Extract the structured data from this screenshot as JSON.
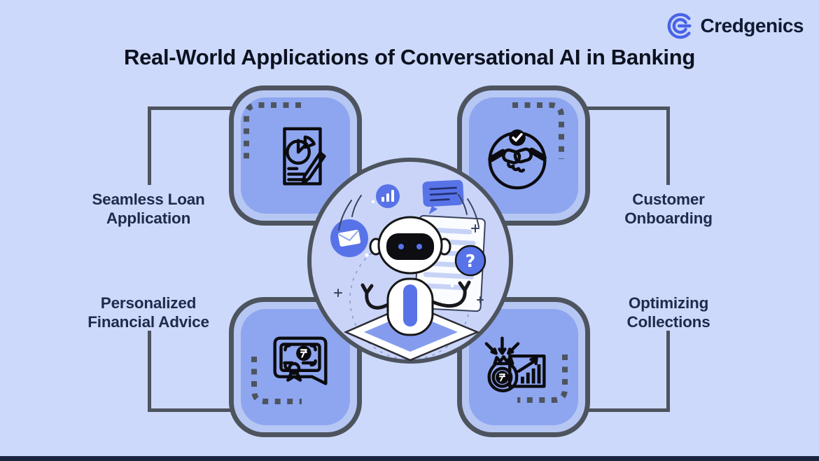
{
  "logo": {
    "brand": "Credgenics",
    "icon": "credgenics-g-mark",
    "accent_color": "#4a63e7",
    "text_color": "#101a33"
  },
  "title": "Real-World Applications of Conversational AI in Banking",
  "nodes": [
    {
      "id": "seamless-loan-application",
      "label": "Seamless Loan\nApplication",
      "icon": "loan-document-pie-pencil-icon",
      "position": "top-left"
    },
    {
      "id": "customer-onboarding",
      "label": "Customer\nOnboarding",
      "icon": "handshake-check-icon",
      "position": "top-right"
    },
    {
      "id": "personalized-financial-advice",
      "label": "Personalized\nFinancial Advice",
      "icon": "certificate-rupee-ribbon-icon",
      "position": "bottom-left"
    },
    {
      "id": "optimizing-collections",
      "label": "Optimizing\nCollections",
      "icon": "money-bag-growth-chart-icon",
      "position": "bottom-right"
    }
  ],
  "center": {
    "illustration": "ai-chatbot-robot-on-tablet",
    "floating_icons": [
      "envelope-icon",
      "bar-chart-icon",
      "chat-bubble-icon",
      "question-mark-icon"
    ]
  },
  "colors": {
    "background": "#cdd9fa",
    "box_fill": "#b7c7f4",
    "box_inner": "#8ea6ef",
    "border_dark": "#4d545e",
    "label_text": "#1e2b4a",
    "title_text": "#0c111f",
    "accent_blue": "#5873e8",
    "circle_fill": "#c9d4f8",
    "bottom_bar": "#1a2440"
  }
}
